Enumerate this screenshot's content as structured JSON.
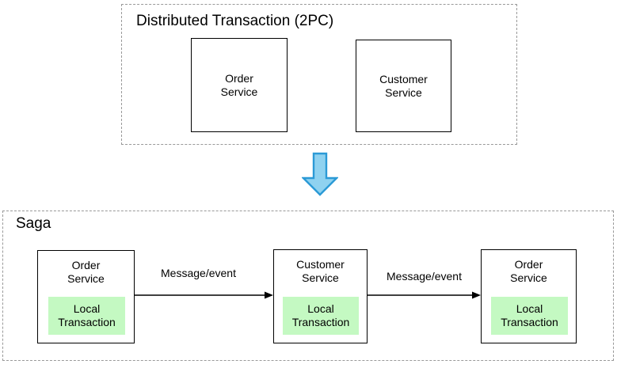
{
  "diagram": {
    "title_hidden": "",
    "colors": {
      "local_transaction_fill": "#c4f9c2",
      "big_arrow_fill": "#8fd2f0",
      "big_arrow_stroke": "#2b9ad6",
      "group_border": "#999999",
      "box_border": "#000000",
      "text": "#000000"
    }
  },
  "distributed_transaction": {
    "title": "Distributed Transaction (2PC)",
    "services": [
      {
        "name": "Order\nService"
      },
      {
        "name": "Customer\nService"
      }
    ]
  },
  "transition": {
    "arrow_icon": "down-arrow-icon"
  },
  "saga": {
    "title": "Saga",
    "steps": [
      {
        "name": "Order\nService",
        "local_transaction": "Local\nTransaction"
      },
      {
        "name": "Customer\nService",
        "local_transaction": "Local\nTransaction"
      },
      {
        "name": "Order\nService",
        "local_transaction": "Local\nTransaction"
      }
    ],
    "connectors": [
      {
        "label": "Message/event"
      },
      {
        "label": "Message/event"
      }
    ]
  }
}
